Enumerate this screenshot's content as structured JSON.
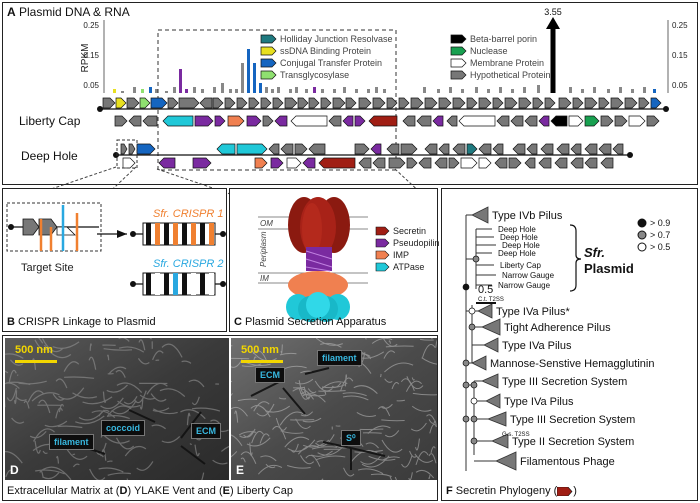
{
  "panel_a": {
    "letter": "A",
    "title": "Plasmid DNA & RNA",
    "y_axis_label": "RPKM",
    "ticks": [
      "0.25",
      "0.15",
      "0.05"
    ],
    "peak_value": "3.55",
    "track_1": "Liberty Cap",
    "track_2": "Deep Hole",
    "legend": [
      {
        "label": "Holliday Junction Resolvase",
        "color": "#1f7a80"
      },
      {
        "label": "ssDNA Binding Protein",
        "color": "#e8e020"
      },
      {
        "label": "Conjugal Transfer Protein",
        "color": "#1565c0"
      },
      {
        "label": "Transglycosylase",
        "color": "#8fe070"
      },
      {
        "label": "Beta-barrel porin",
        "color": "#000000"
      },
      {
        "label": "Nuclease",
        "color": "#18a050"
      },
      {
        "label": "Membrane Protein",
        "color": "#ffffff"
      },
      {
        "label": "Hypothetical Protein",
        "color": "#777777"
      }
    ]
  },
  "panel_b": {
    "letter": "B",
    "title": "CRISPR Linkage to Plasmid",
    "target_site": "Target Site",
    "crispr1": "Sfr. CRISPR 1",
    "crispr2": "Sfr. CRISPR 2"
  },
  "panel_c": {
    "letter": "C",
    "title": "Plasmid Secretion Apparatus",
    "om": "OM",
    "periplasm": "Periplasm",
    "im": "IM",
    "legend": [
      {
        "label": "Secretin",
        "color": "#a01e14"
      },
      {
        "label": "Pseudopilins",
        "color": "#7a2aa0"
      },
      {
        "label": "IMP",
        "color": "#f08050"
      },
      {
        "label": "ATPase",
        "color": "#20c8d8"
      }
    ]
  },
  "panel_de": {
    "title_pre": "Extracellular Matrix at (",
    "d": "D",
    "title_mid": ") YLAKE Vent and (",
    "e": "E",
    "title_post": ") Liberty Cap",
    "scale_d": "500 nm",
    "scale_e": "500 nm",
    "d_labels": [
      "coccoid",
      "ECM",
      "filament"
    ],
    "e_labels": [
      "filament",
      "ECM",
      "S⁰"
    ]
  },
  "panel_f": {
    "letter": "F",
    "title": "Secretin Phylogeny (",
    "title_end": ")",
    "legend": [
      "> 0.9",
      "> 0.7",
      "> 0.5"
    ],
    "scale": "0.5",
    "sfr_label_1": "Sfr.",
    "sfr_label_2": "Plasmid",
    "clades": [
      "Type IVb Pilus",
      "Type IVa Pilus*",
      "Tight Adherence Pilus",
      "Type IVa Pilus",
      "Mannose-Senstive Hemagglutinin",
      "Type III Secretion System",
      "Type IVa Pilus",
      "Type III Secretion System",
      "Type II Secretion System",
      "Filamentous Phage"
    ],
    "leaves": [
      "Deep Hole",
      "Deep Hole",
      "Deep Hole",
      "Deep Hole",
      "Liberty Cap",
      "Narrow Gauge",
      "Narrow Gauge"
    ],
    "small_1": "C.t. T2SS",
    "small_2": "G.s. T2SS"
  }
}
